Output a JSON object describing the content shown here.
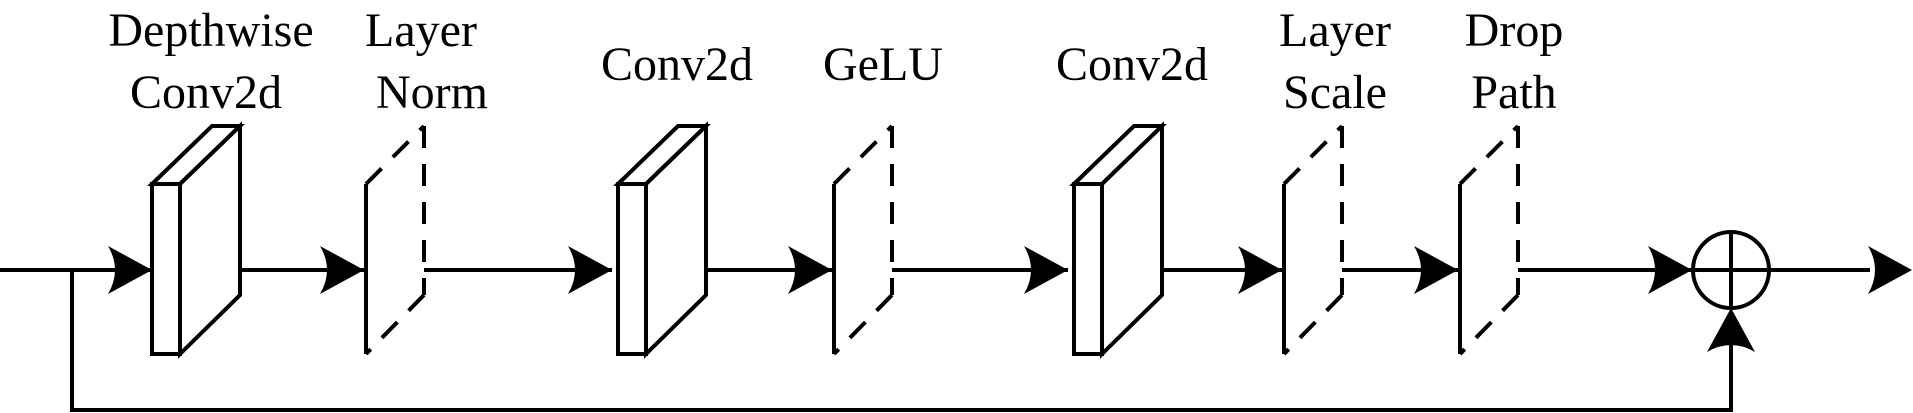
{
  "diagram": {
    "blocks": [
      {
        "id": "depthwise-conv2d",
        "kind": "conv",
        "label_lines": [
          "Depthwise",
          "Conv2d"
        ]
      },
      {
        "id": "layer-norm",
        "kind": "op",
        "label_lines": [
          "Layer",
          "Norm"
        ]
      },
      {
        "id": "conv2d-1",
        "kind": "conv",
        "label_lines": [
          "Conv2d"
        ]
      },
      {
        "id": "gelu",
        "kind": "op",
        "label_lines": [
          "GeLU"
        ]
      },
      {
        "id": "conv2d-2",
        "kind": "conv",
        "label_lines": [
          "Conv2d"
        ]
      },
      {
        "id": "layer-scale",
        "kind": "op",
        "label_lines": [
          "Layer",
          "Scale"
        ]
      },
      {
        "id": "drop-path",
        "kind": "op",
        "label_lines": [
          "Drop",
          "Path"
        ]
      }
    ],
    "sum_node": {
      "symbol": "add"
    },
    "connections": [
      {
        "from": "input",
        "to": "depthwise-conv2d"
      },
      {
        "from": "depthwise-conv2d",
        "to": "layer-norm"
      },
      {
        "from": "layer-norm",
        "to": "conv2d-1"
      },
      {
        "from": "conv2d-1",
        "to": "gelu"
      },
      {
        "from": "gelu",
        "to": "conv2d-2"
      },
      {
        "from": "conv2d-2",
        "to": "layer-scale"
      },
      {
        "from": "layer-scale",
        "to": "drop-path"
      },
      {
        "from": "drop-path",
        "to": "sum"
      },
      {
        "from": "input",
        "to": "sum",
        "kind": "residual"
      },
      {
        "from": "sum",
        "to": "output"
      }
    ],
    "colors": {
      "stroke": "#000000",
      "background": "#ffffff"
    }
  }
}
